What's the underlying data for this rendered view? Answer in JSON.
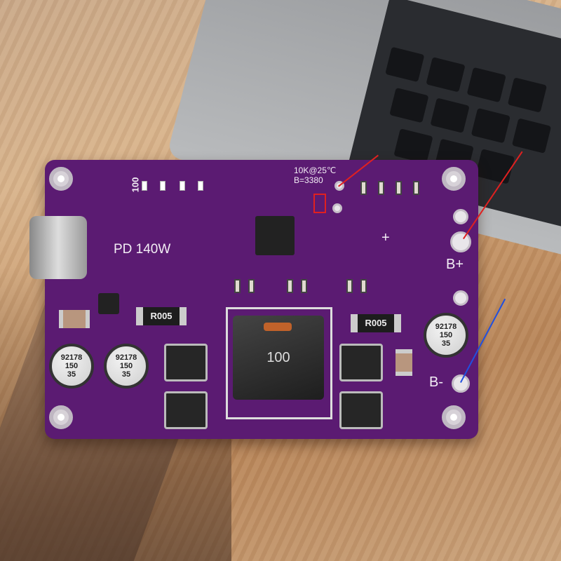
{
  "board": {
    "led_label": "100",
    "thermistor_label_1": "10K@25℃",
    "thermistor_label_2": "B=3380",
    "power_label": "PD 140W",
    "plus_label": "+",
    "bplus_label": "B+",
    "bminus_label": "B-",
    "shunt_left": "R005",
    "shunt_right": "R005",
    "inductor": "100",
    "cap_text": [
      "92178",
      "150",
      "35"
    ]
  },
  "colors": {
    "pcb": "#5b1b72",
    "red_pointer": "#e02020",
    "blue_pointer": "#2050e0"
  }
}
